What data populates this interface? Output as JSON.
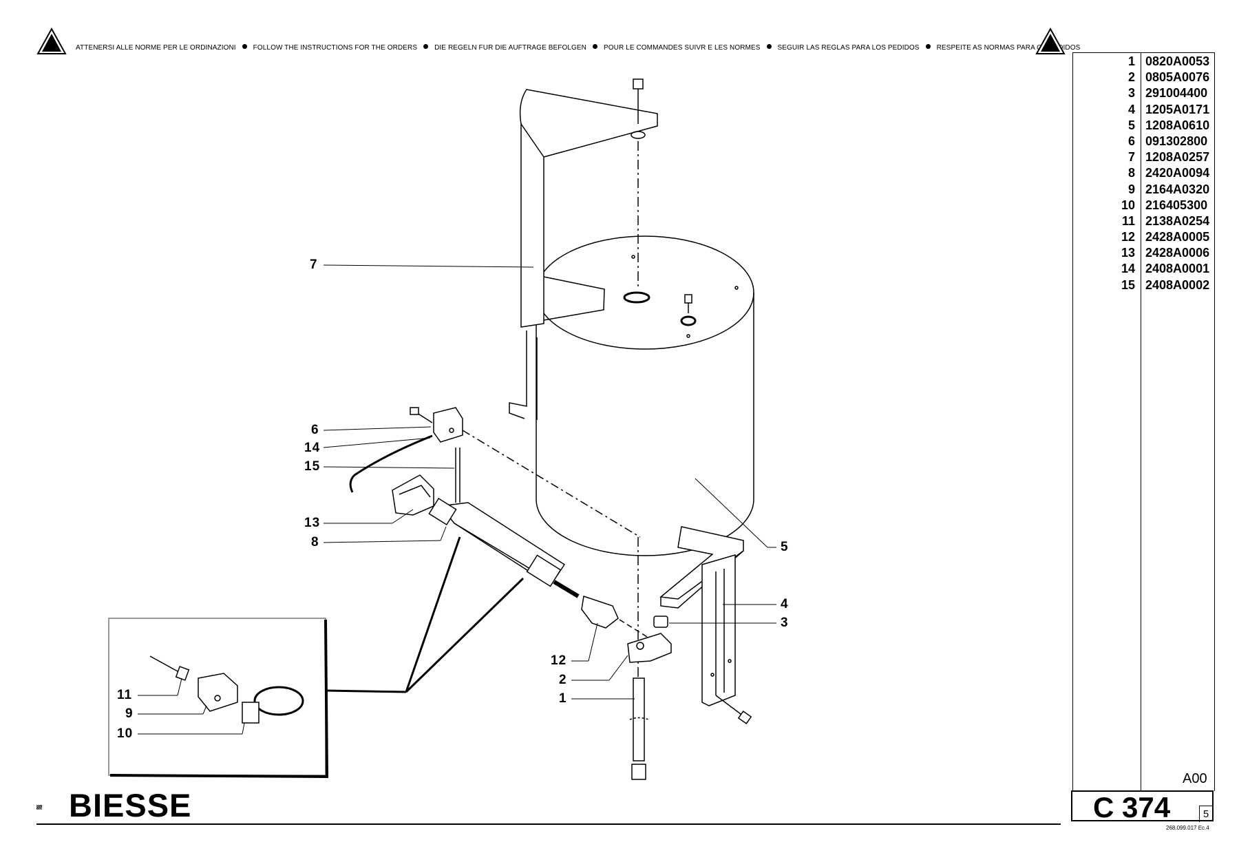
{
  "header": {
    "instructions": [
      "ATTENERSI ALLE NORME PER LE ORDINAZIONI",
      "FOLLOW THE INSTRUCTIONS FOR THE ORDERS",
      "DIE REGELN FUR DIE AUFTRAGE BEFOLGEN",
      "POUR LE COMMANDES SUIVR E LES NORMES",
      "SEGUIR LAS REGLAS PARA LOS PEDIDOS",
      "RESPEITE AS NORMAS PARA OS PEDIDOS"
    ],
    "warning_icon": "warning-triangle-icon"
  },
  "parts_list": [
    {
      "num": "1",
      "code": "0820A0053"
    },
    {
      "num": "2",
      "code": "0805A0076"
    },
    {
      "num": "3",
      "code": "291004400"
    },
    {
      "num": "4",
      "code": "1205A0171"
    },
    {
      "num": "5",
      "code": "1208A0610"
    },
    {
      "num": "6",
      "code": "091302800"
    },
    {
      "num": "7",
      "code": "1208A0257"
    },
    {
      "num": "8",
      "code": "2420A0094"
    },
    {
      "num": "9",
      "code": "2164A0320"
    },
    {
      "num": "10",
      "code": "216405300"
    },
    {
      "num": "11",
      "code": "2138A0254"
    },
    {
      "num": "12",
      "code": "2428A0005"
    },
    {
      "num": "13",
      "code": "2428A0006"
    },
    {
      "num": "14",
      "code": "2408A0001"
    },
    {
      "num": "15",
      "code": "2408A0002"
    }
  ],
  "revision": "A00",
  "sheet_code": "C 374",
  "page_number": "5",
  "document_number": "268.099.017 Ec.4",
  "brand": "BIESSE",
  "callouts": {
    "c1": "1",
    "c2": "2",
    "c3": "3",
    "c4": "4",
    "c5": "5",
    "c6": "6",
    "c7": "7",
    "c8": "8",
    "c9": "9",
    "c10": "10",
    "c11": "11",
    "c12": "12",
    "c13": "13",
    "c14": "14",
    "c15": "15"
  }
}
